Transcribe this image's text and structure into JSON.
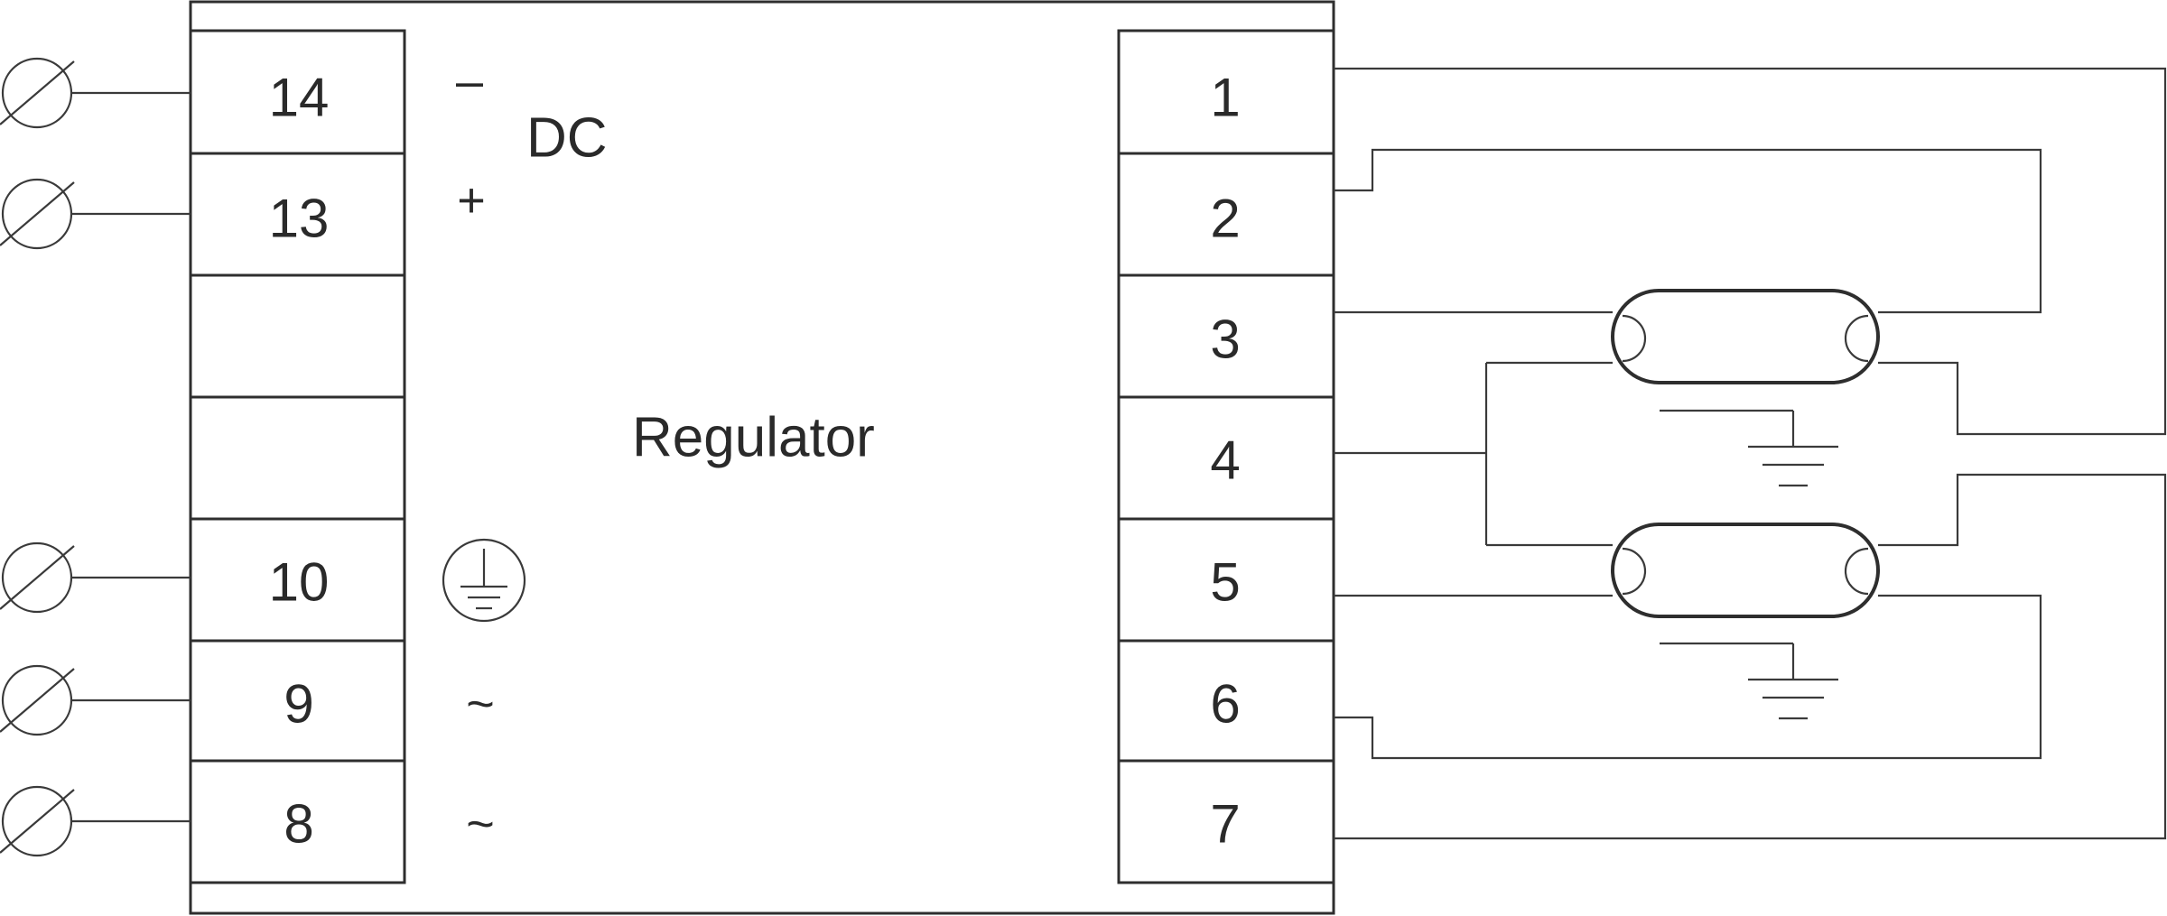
{
  "regulator_label": "Regulator",
  "dc_label": "DC",
  "left_terminals": [
    {
      "number": "14",
      "symbol": "–"
    },
    {
      "number": "13",
      "symbol": "+"
    },
    {
      "number": "",
      "symbol": ""
    },
    {
      "number": "",
      "symbol": ""
    },
    {
      "number": "10",
      "symbol": ""
    },
    {
      "number": "9",
      "symbol": "~"
    },
    {
      "number": "8",
      "symbol": "~"
    }
  ],
  "right_terminals": [
    "1",
    "2",
    "3",
    "4",
    "5",
    "6",
    "7"
  ],
  "icons": {
    "input_screw": "screw-terminal-icon",
    "protective_earth": "protective-earth-icon",
    "ground": "ground-icon",
    "lamp": "fluorescent-lamp-icon"
  }
}
